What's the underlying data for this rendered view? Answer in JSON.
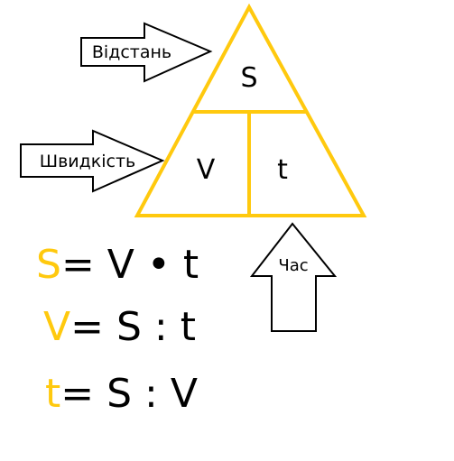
{
  "triangle": {
    "top_label": "S",
    "bottom_left_label": "V",
    "bottom_right_label": "t"
  },
  "arrows": {
    "distance": "Відстань",
    "speed": "Швидкість",
    "time": "Час"
  },
  "formulas": [
    {
      "lhs": "S",
      "rhs": "= V • t"
    },
    {
      "lhs": "V",
      "rhs": "= S : t"
    },
    {
      "lhs": "t",
      "rhs": "= S : V"
    }
  ],
  "colors": {
    "triangle_stroke": "#ffc90e",
    "highlight": "#ffc90e",
    "ink": "#000000"
  }
}
